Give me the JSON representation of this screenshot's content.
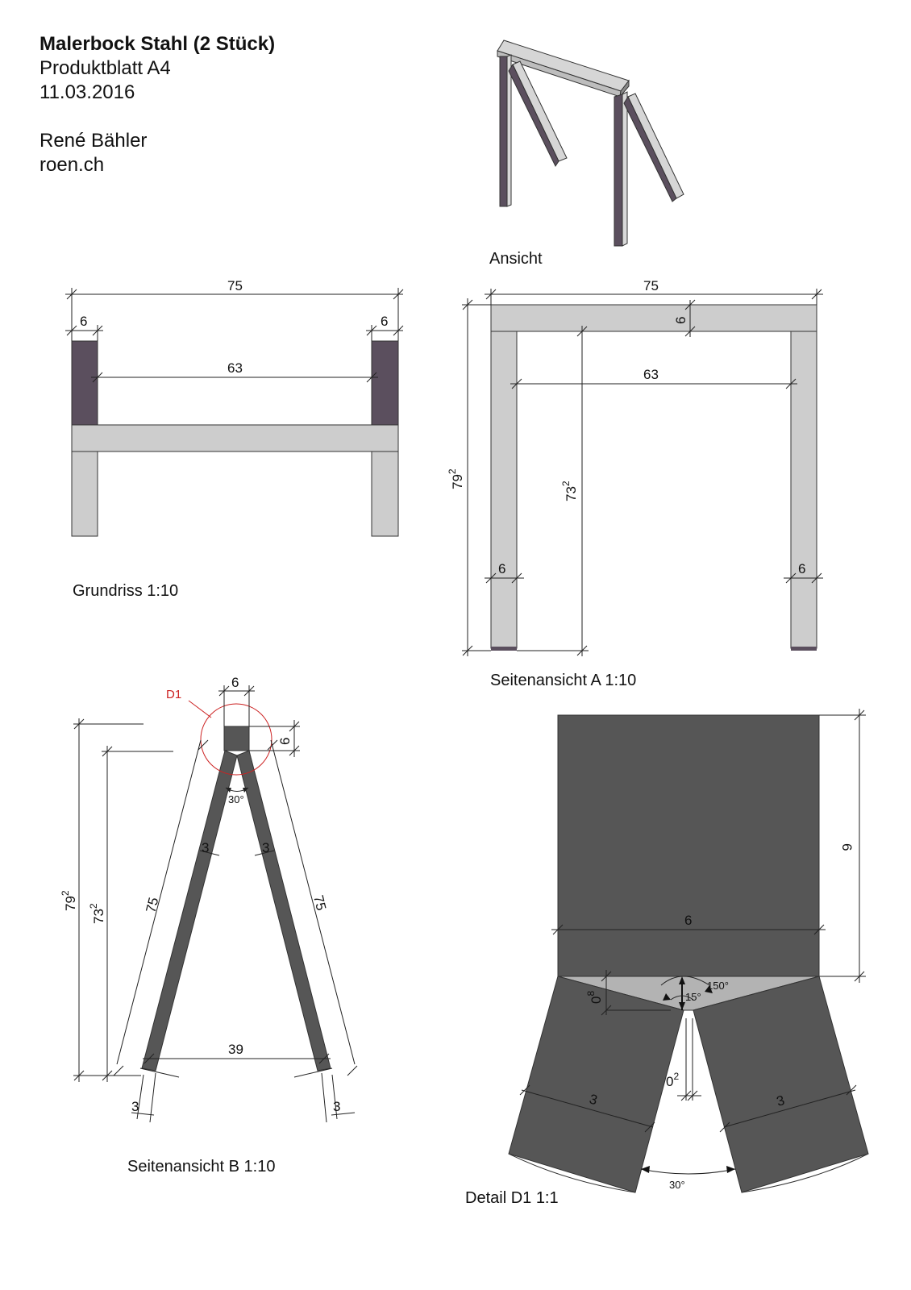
{
  "header": {
    "title": "Malerbock Stahl (2 Stück)",
    "subtitle": "Produktblatt A4",
    "date": "11.03.2016",
    "author": "René Bähler",
    "website": "roen.ch"
  },
  "views": {
    "ansicht": {
      "caption": "Ansicht"
    },
    "grundriss": {
      "caption": "Grundriss 1:10",
      "dims": {
        "total": "75",
        "post_left": "6",
        "post_right": "6",
        "inner": "63"
      }
    },
    "seite_a": {
      "caption": "Seitenansicht A 1:10",
      "dims": {
        "total": "75",
        "bar": "6",
        "inner": "63",
        "height_total": "79",
        "height_total_sup": "2",
        "height_inner": "73",
        "height_inner_sup": "2",
        "leg_left": "6",
        "leg_right": "6"
      }
    },
    "seite_b": {
      "caption": "Seitenansicht B 1:10",
      "detail_marker": "D1",
      "dims": {
        "top": "6",
        "top_height": "6",
        "angle": "30°",
        "leg_w_left": "3",
        "leg_w_right": "3",
        "leg_len_left": "75",
        "leg_len_right": "75",
        "height_total": "79",
        "height_total_sup": "2",
        "height_inner": "73",
        "height_inner_sup": "2",
        "base": "39",
        "foot_left": "3",
        "foot_right": "3"
      }
    },
    "detail": {
      "caption": "Detail D1 1:1",
      "dims": {
        "width": "6",
        "height": "6",
        "gap_v": "0",
        "gap_v_sup": "8",
        "gap_h": "0",
        "gap_h_sup": "2",
        "angle_half": "15°",
        "angle_out": "150°",
        "angle_open": "30°",
        "leg_left": "3",
        "leg_right": "3"
      }
    }
  },
  "colors": {
    "metal_dark": "#565656",
    "post_purple": "#5b4f5e",
    "bar_light": "#cdcdcd",
    "detail_marker": "#cc2222"
  }
}
